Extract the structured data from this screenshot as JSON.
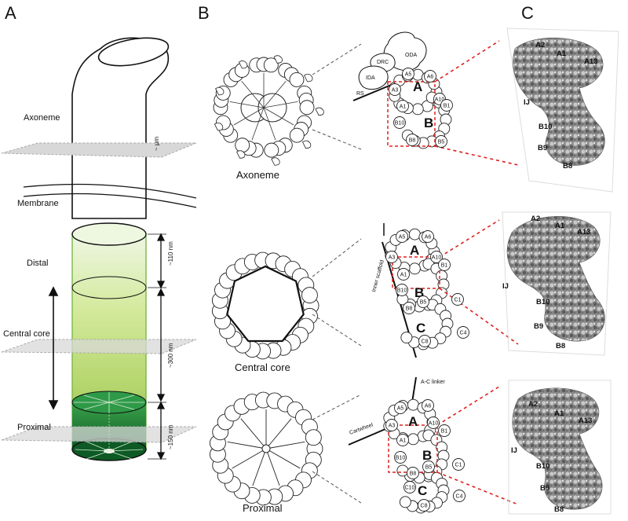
{
  "panels": {
    "a": "A",
    "b": "B",
    "c": "C"
  },
  "panel_a": {
    "axoneme": "Axoneme",
    "membrane": "Membrane",
    "distal": "Distal",
    "central_core": "Central core",
    "proximal": "Proximal",
    "um": "~ μm",
    "d110": "~110 nm",
    "d300": "~300 nm",
    "d150": "~150 nm"
  },
  "captions": {
    "axoneme": "Axoneme",
    "central_core": "Central core",
    "proximal": "Proximal"
  },
  "axoneme_detail": {
    "oda": "ODA",
    "drc": "DRC",
    "ida": "IDA",
    "rs": "RS",
    "A": "A",
    "B": "B",
    "a5": "A5",
    "a6": "A6",
    "a3": "A3",
    "a1": "A1",
    "a10": "A10",
    "b1": "B1",
    "b10": "B10",
    "b8": "B8",
    "b5": "B5"
  },
  "core_detail": {
    "inner_scaffold": "Inner scaffold",
    "A": "A",
    "B": "B",
    "C": "C",
    "a5": "A5",
    "a6": "A6",
    "a3": "A3",
    "a1": "A1",
    "a10": "A10",
    "b1": "B1",
    "b10": "B10",
    "b8": "B8",
    "b5": "B5",
    "c1": "C1",
    "c4": "C4",
    "c8": "C8"
  },
  "prox_detail": {
    "ac_linker": "A-C linker",
    "cartwheel": "Cartwheel",
    "A": "A",
    "B": "B",
    "C": "C",
    "a5": "A5",
    "a6": "A6",
    "a3": "A3",
    "a1": "A1",
    "a10": "A10",
    "b1": "B1",
    "b10": "B10",
    "b8": "B8",
    "b5": "B5",
    "c1": "C1",
    "c4": "C4",
    "c8": "C8",
    "c10": "C10"
  },
  "cryo": {
    "top": {
      "a2": "A2",
      "a1": "A1",
      "a13": "A13",
      "ij": "IJ",
      "b10": "B10",
      "b9": "B9",
      "b8": "B8"
    },
    "middle": {
      "a2": "A2",
      "a1": "A1",
      "a13": "A13",
      "ij": "IJ",
      "b10": "B10",
      "b9": "B9",
      "b8": "B8"
    },
    "bottom": {
      "a2": "A2",
      "a1": "A1",
      "a13": "A13",
      "ij": "IJ",
      "b10": "B10",
      "b9": "B9",
      "b8": "B8"
    }
  },
  "colors": {
    "light_green": "#dcefc4",
    "mid_green": "#b8da7c",
    "dark_green": "#1f8a3c",
    "deep_green": "#0f5e28",
    "plane_grey": "#d8d8d8",
    "red_dashed": "#e02020"
  }
}
